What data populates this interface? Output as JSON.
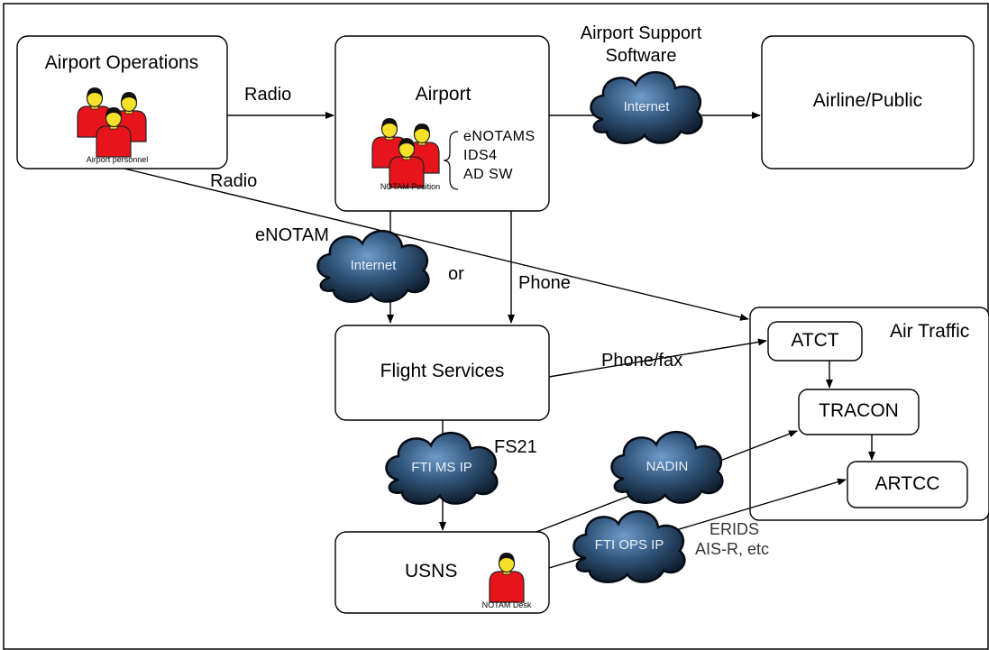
{
  "nodes": {
    "airport_operations": {
      "title": "Airport Operations",
      "caption": "Airport personnel"
    },
    "airport": {
      "title": "Airport",
      "caption": "NOTAM Position",
      "systems": [
        "eNOTAMS",
        "IDS4",
        "AD SW"
      ]
    },
    "airline_public": {
      "title": "Airline/Public"
    },
    "flight_services": {
      "title": "Flight Services"
    },
    "usns": {
      "title": "USNS",
      "caption": "NOTAM Desk"
    },
    "air_traffic": {
      "title": "Air Traffic",
      "atct": "ATCT",
      "tracon": "TRACON",
      "artcc": "ARTCC"
    }
  },
  "clouds": {
    "internet_top": "Internet",
    "internet_left": "Internet",
    "fti_ms_ip": "FTI MS IP",
    "nadin": "NADIN",
    "fti_ops_ip": "FTI OPS IP"
  },
  "labels": {
    "radio_top": "Radio",
    "radio_diag": "Radio",
    "airport_support_line1": "Airport Support",
    "airport_support_line2": "Software",
    "enotam": "eNOTAM",
    "or": "or",
    "phone": "Phone",
    "phone_fax": "Phone/fax",
    "fs21": "FS21",
    "erids": "ERIDS",
    "ais_r": "AIS-R, etc"
  },
  "colors": {
    "person_body": "#e8141b",
    "person_head": "#f5e02a",
    "cloud_dark": "#0d1b2e",
    "cloud_light": "#4f7fae",
    "line": "#000000"
  }
}
